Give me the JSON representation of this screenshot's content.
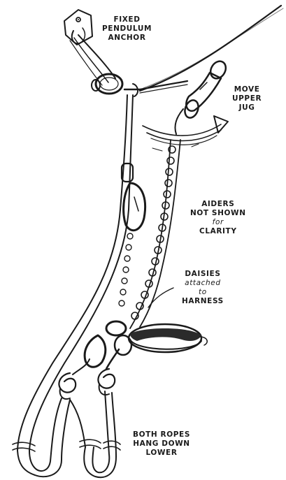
{
  "labels": {
    "anchor": {
      "lines": [
        "FIXED",
        "PENDULUM",
        "ANCHOR"
      ]
    },
    "move_jug": {
      "lines": [
        "MOVE",
        "UPPER",
        "JUG"
      ]
    },
    "aiders": {
      "lines": [
        "AIDERS",
        "NOT SHOWN",
        "for",
        "CLARITY"
      ]
    },
    "daisies": {
      "lines": [
        "DAISIES",
        "attached",
        "to",
        "HARNESS"
      ]
    },
    "ropes": {
      "lines": [
        "BOTH ROPES",
        "HANG DOWN",
        "LOWER"
      ]
    }
  },
  "colors": {
    "ink": "#1a1a1a",
    "paper": "#ffffff",
    "harness_band": "#2b2b2b"
  }
}
